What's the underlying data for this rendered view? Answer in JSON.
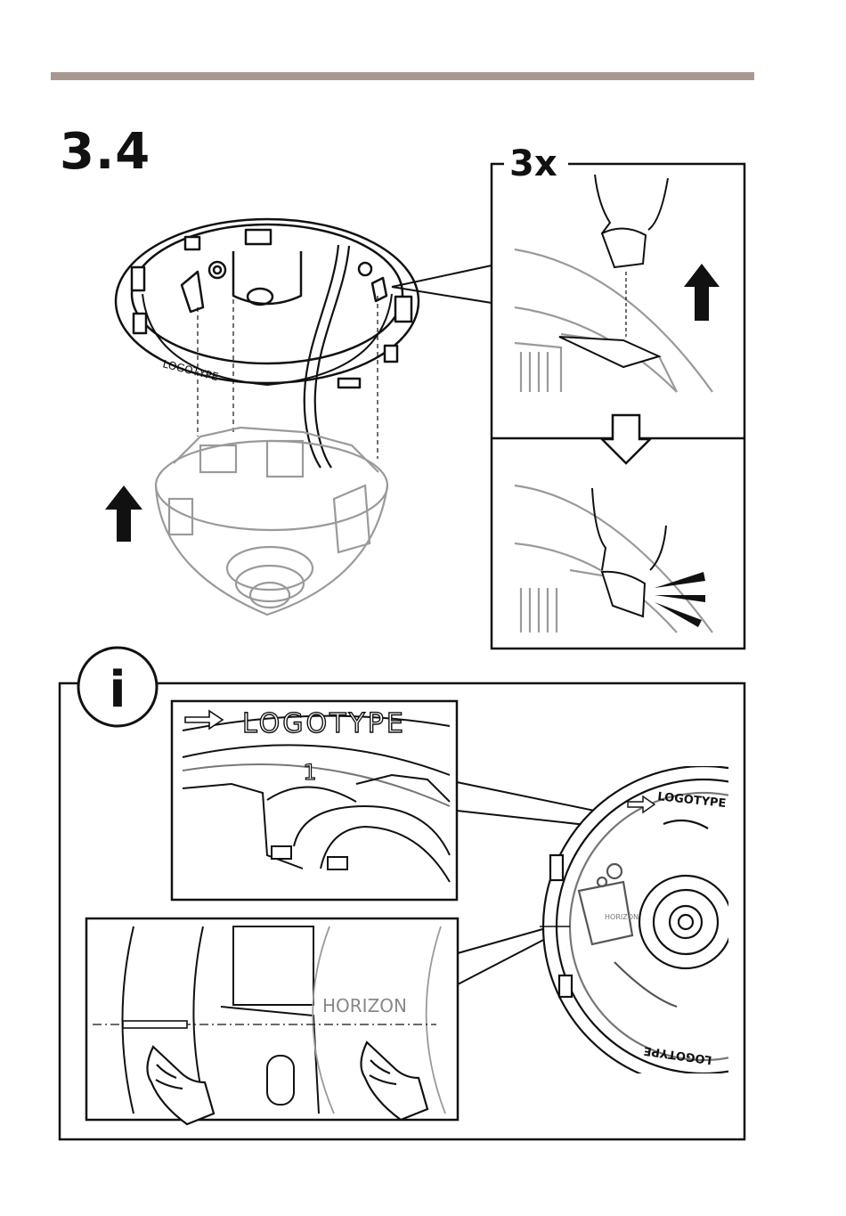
{
  "header": {
    "step_number": "3.4"
  },
  "detail_panel": {
    "repeat_label": "3x"
  },
  "info_panel": {
    "icon_glyph": "i",
    "ring_logotype_text": "LOGOTYPE",
    "zoom_logotype_text": "LOGOTYPE",
    "ring_mark_number": "1",
    "horizon_text_small": "HORIZON",
    "horizon_text_zoom": "HORIZON"
  },
  "colors": {
    "rule": "#a89890",
    "line": "#111111",
    "ghost": "#9a9a9a"
  },
  "icons": [
    "up-arrow-icon",
    "down-arrow-icon",
    "info-icon",
    "pointing-hand-icon",
    "click-sound-icon"
  ]
}
